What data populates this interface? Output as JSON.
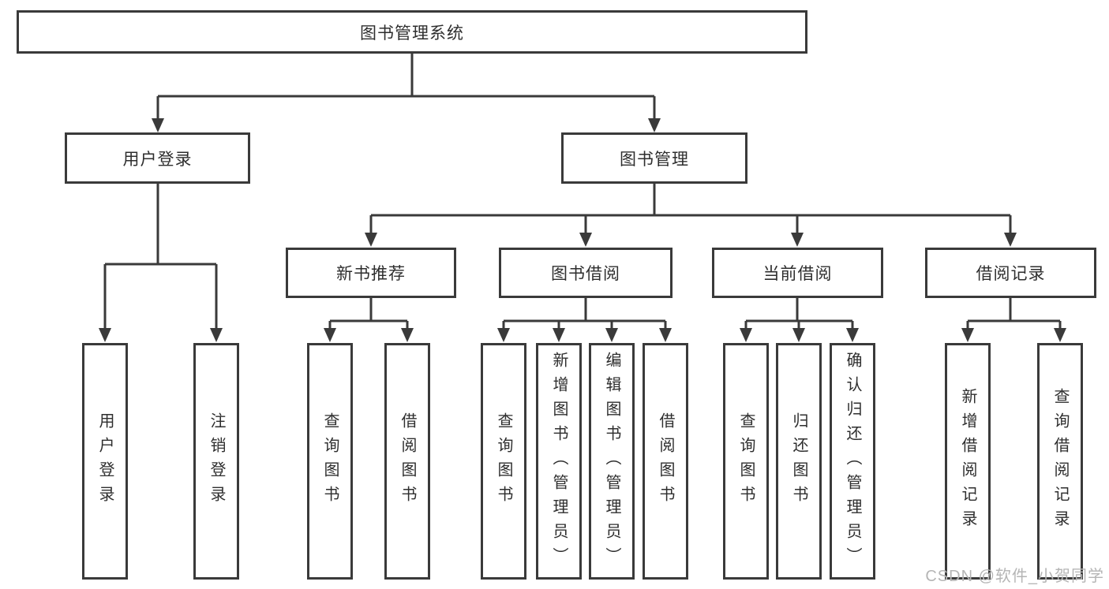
{
  "colors": {
    "line": "#3a3a3a",
    "text": "#2e2e2e",
    "watermark": "#b5b5b5",
    "background": "#ffffff"
  },
  "tree": {
    "root": {
      "label": "图书管理系统",
      "children": [
        {
          "label": "用户登录",
          "children": [
            {
              "label": "用户登录"
            },
            {
              "label": "注销登录"
            }
          ]
        },
        {
          "label": "图书管理",
          "children": [
            {
              "label": "新书推荐",
              "children": [
                {
                  "label": "查询图书"
                },
                {
                  "label": "借阅图书"
                }
              ]
            },
            {
              "label": "图书借阅",
              "children": [
                {
                  "label": "查询图书"
                },
                {
                  "label": "新增图书（管理员）"
                },
                {
                  "label": "编辑图书（管理员）"
                },
                {
                  "label": "借阅图书"
                }
              ]
            },
            {
              "label": "当前借阅",
              "children": [
                {
                  "label": "查询图书"
                },
                {
                  "label": "归还图书"
                },
                {
                  "label": "确认归还（管理员）"
                }
              ]
            },
            {
              "label": "借阅记录",
              "children": [
                {
                  "label": "新增借阅记录"
                },
                {
                  "label": "查询借阅记录"
                }
              ]
            }
          ]
        }
      ]
    }
  },
  "watermark": {
    "text": "CSDN @软件_小贺同学"
  }
}
